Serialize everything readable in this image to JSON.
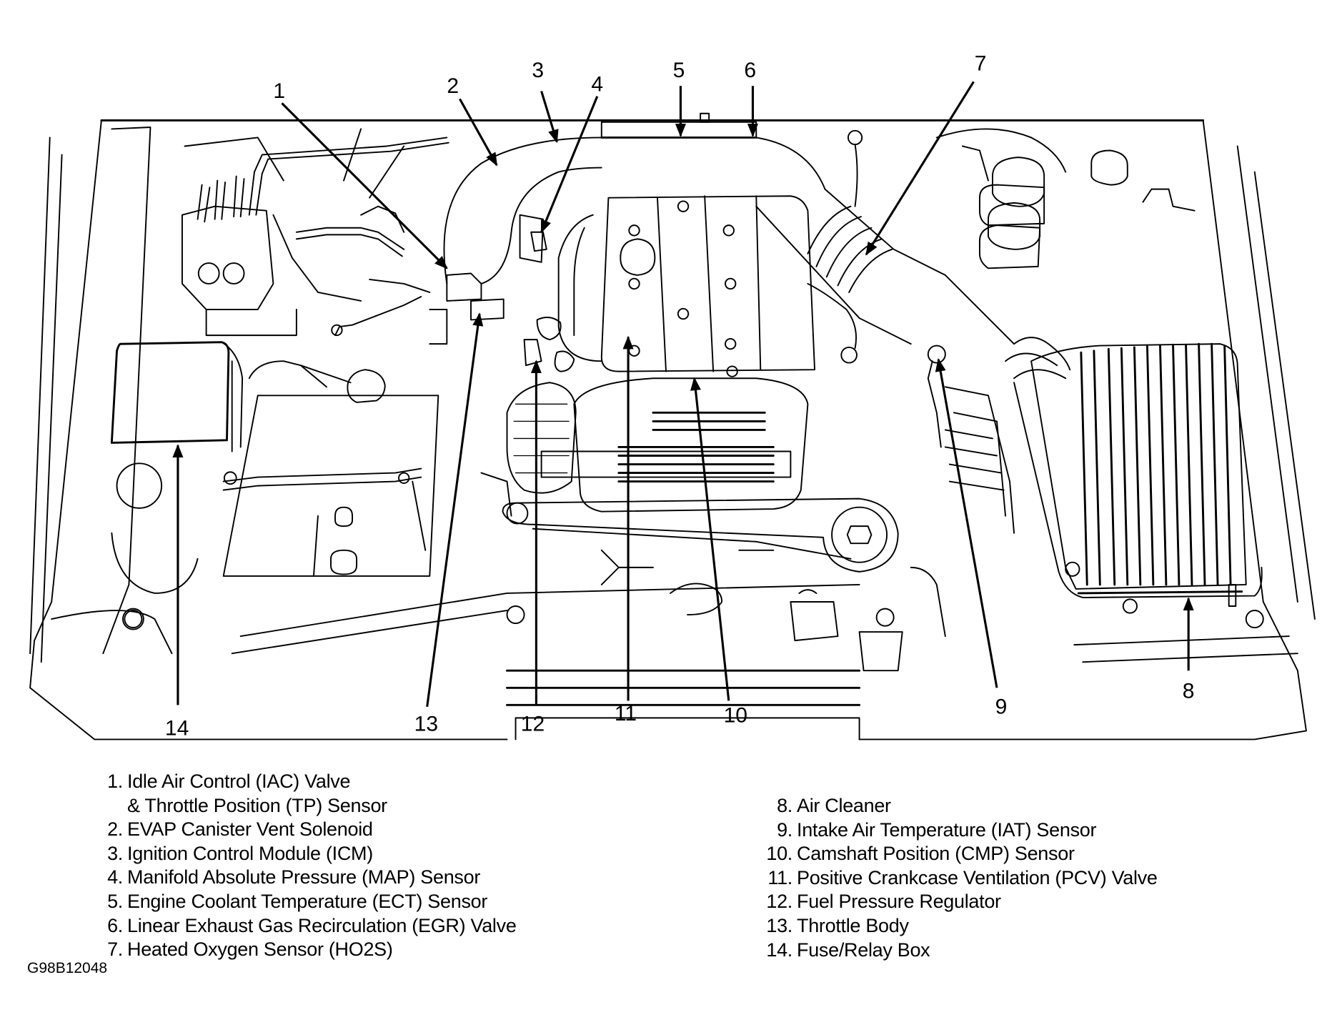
{
  "figure_code": "G98B12048",
  "callouts": [
    {
      "num": "1"
    },
    {
      "num": "2"
    },
    {
      "num": "3"
    },
    {
      "num": "4"
    },
    {
      "num": "5"
    },
    {
      "num": "6"
    },
    {
      "num": "7"
    },
    {
      "num": "8"
    },
    {
      "num": "9"
    },
    {
      "num": "10"
    },
    {
      "num": "11"
    },
    {
      "num": "12"
    },
    {
      "num": "13"
    },
    {
      "num": "14"
    }
  ],
  "legend": {
    "left": [
      {
        "num": "1.",
        "text": "Idle Air Control (IAC) Valve",
        "cont": "& Throttle Position (TP) Sensor"
      },
      {
        "num": "2.",
        "text": "EVAP Canister Vent Solenoid"
      },
      {
        "num": "3.",
        "text": "Ignition Control Module (ICM)"
      },
      {
        "num": "4.",
        "text": "Manifold Absolute Pressure (MAP) Sensor"
      },
      {
        "num": "5.",
        "text": "Engine Coolant Temperature (ECT) Sensor"
      },
      {
        "num": "6.",
        "text": "Linear Exhaust Gas Recirculation (EGR) Valve"
      },
      {
        "num": "7.",
        "text": "Heated Oxygen Sensor (HO2S)"
      }
    ],
    "right": [
      {
        "num": "8.",
        "text": "Air Cleaner"
      },
      {
        "num": "9.",
        "text": "Intake Air Temperature (IAT) Sensor"
      },
      {
        "num": "10.",
        "text": "Camshaft Position (CMP) Sensor"
      },
      {
        "num": "11.",
        "text": "Positive Crankcase Ventilation (PCV) Valve"
      },
      {
        "num": "12.",
        "text": "Fuel Pressure Regulator"
      },
      {
        "num": "13.",
        "text": "Throttle Body"
      },
      {
        "num": "14.",
        "text": "Fuse/Relay Box"
      }
    ]
  }
}
